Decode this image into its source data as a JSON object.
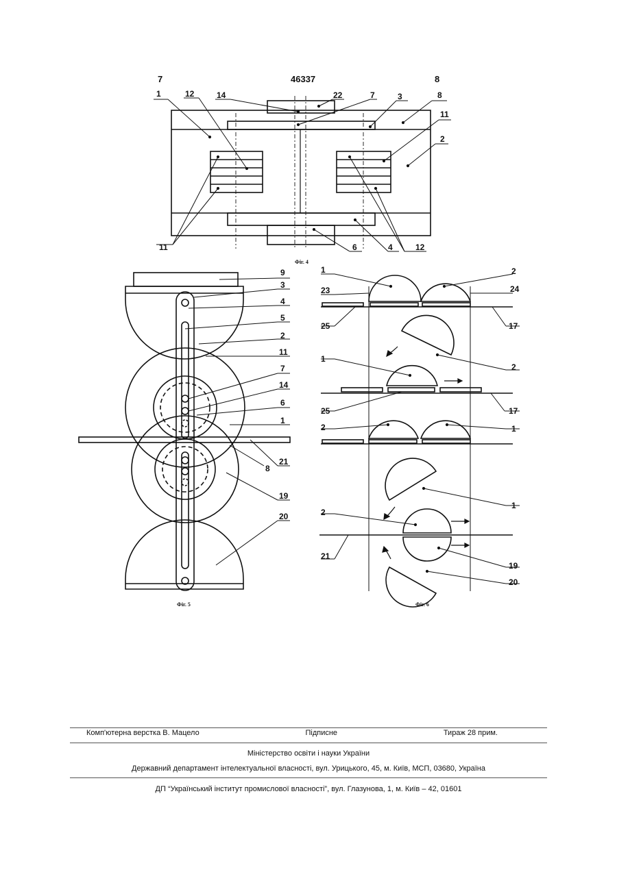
{
  "header": {
    "left_page": "7",
    "patent_number": "46337",
    "right_page": "8"
  },
  "figures": {
    "fig4": {
      "caption": "Фіг. 4",
      "labels": [
        "1",
        "12",
        "14",
        "22",
        "7",
        "3",
        "8",
        "11",
        "2",
        "11",
        "6",
        "4",
        "12"
      ]
    },
    "fig5": {
      "caption": "Фіг. 5",
      "labels": [
        "9",
        "3",
        "4",
        "5",
        "2",
        "11",
        "7",
        "14",
        "6",
        "1",
        "21",
        "8",
        "19",
        "20"
      ]
    },
    "fig6": {
      "caption": "Фіг. 6",
      "labels": [
        "1",
        "2",
        "23",
        "24",
        "25",
        "17",
        "1",
        "2",
        "25",
        "17",
        "2",
        "1",
        "1",
        "2",
        "21",
        "19",
        "20"
      ]
    }
  },
  "footer": {
    "layout": "Комп'ютерна верстка В. Мацело",
    "signed": "Підписне",
    "circulation": "Тираж 28 прим.",
    "ministry": "Міністерство освіти і науки України",
    "department": "Державний департамент інтелектуальної власності, вул. Урицького, 45, м. Київ, МСП, 03680, Україна",
    "institute": "ДП “Український інститут промислової власності”, вул. Глазунова, 1, м. Київ – 42, 01601"
  }
}
